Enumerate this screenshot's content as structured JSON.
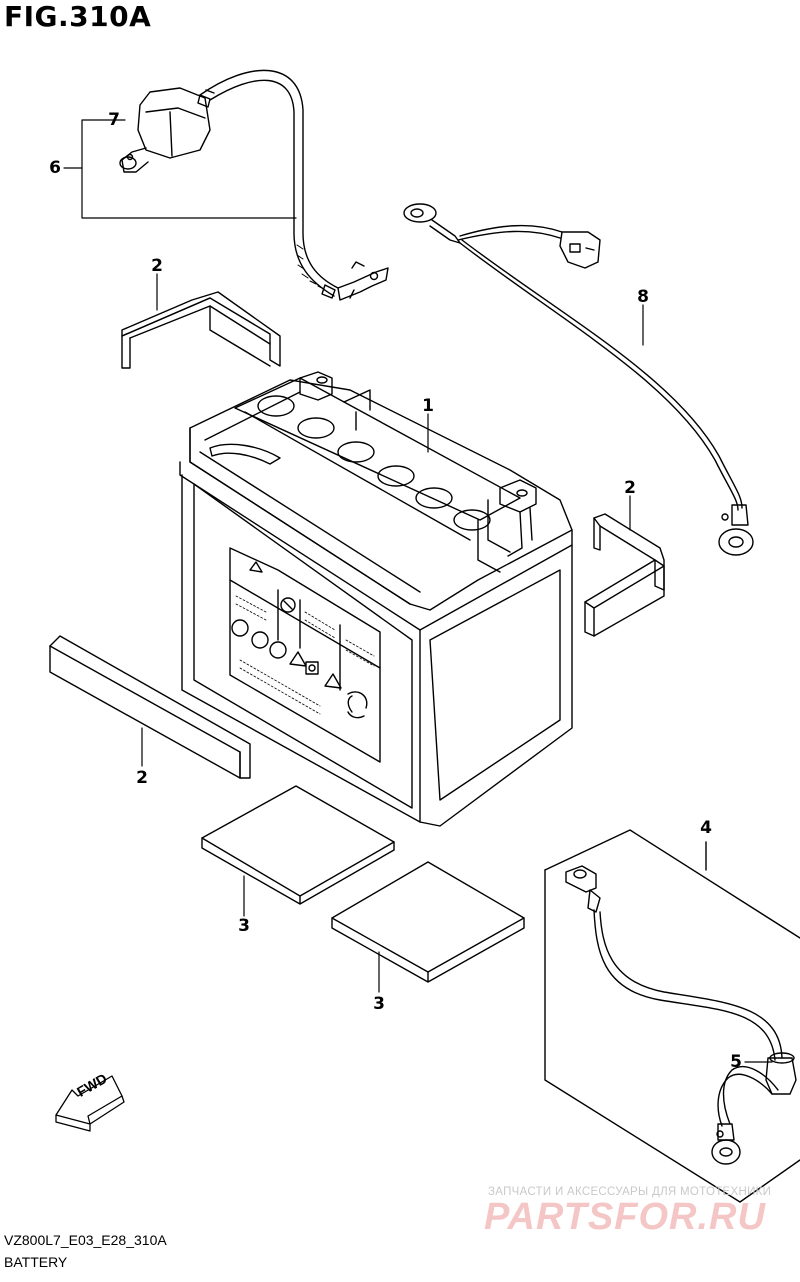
{
  "figure": {
    "title": "FIG.310A",
    "model_code": "VZ800L7_E03_E28_310A",
    "section_name": "BATTERY"
  },
  "callouts": [
    {
      "id": "c1",
      "label": "1"
    },
    {
      "id": "c2a",
      "label": "2"
    },
    {
      "id": "c2b",
      "label": "2"
    },
    {
      "id": "c2c",
      "label": "2"
    },
    {
      "id": "c3a",
      "label": "3"
    },
    {
      "id": "c3b",
      "label": "3"
    },
    {
      "id": "c4",
      "label": "4"
    },
    {
      "id": "c5",
      "label": "5"
    },
    {
      "id": "c6",
      "label": "6"
    },
    {
      "id": "c7",
      "label": "7"
    },
    {
      "id": "c8",
      "label": "8"
    }
  ],
  "direction_marker": {
    "label": "FWD",
    "icon": "fwd-arrow-icon"
  },
  "watermark": {
    "tagline": "ЗАПЧАСТИ И АКСЕССУАРЫ ДЛЯ МОТОТЕХНИКИ",
    "brand": "PARTSFOR.RU",
    "color": "#f4c6c6"
  }
}
